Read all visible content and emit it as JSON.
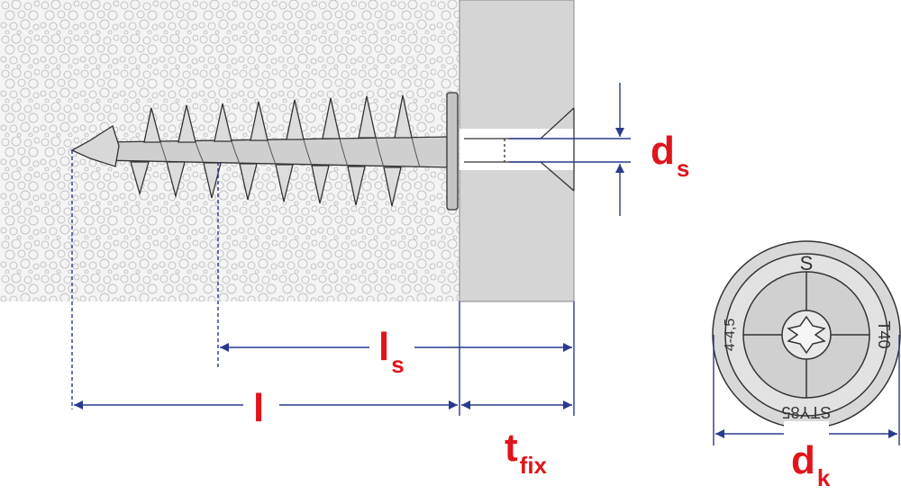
{
  "diagram": {
    "title": "Insulation fixing screw with washer – dimension drawing",
    "labels": {
      "ds": {
        "main": "d",
        "sub": "s"
      },
      "ls": {
        "main": "l",
        "sub": "s"
      },
      "l": {
        "main": "l",
        "sub": ""
      },
      "tfix": {
        "main": "t",
        "sub": "fix"
      },
      "dk": {
        "main": "d",
        "sub": "k"
      }
    },
    "head_markings": {
      "top": "S",
      "right": "T40",
      "bottom": "STY85",
      "left": "4-4,5"
    },
    "colors": {
      "dimension_line": "#2a3a8c",
      "label": "#e0141b",
      "wall": "#d5d5d5",
      "insulation": "#f3f3f3",
      "screw": "#c9c9c9",
      "outline": "#333333"
    }
  }
}
